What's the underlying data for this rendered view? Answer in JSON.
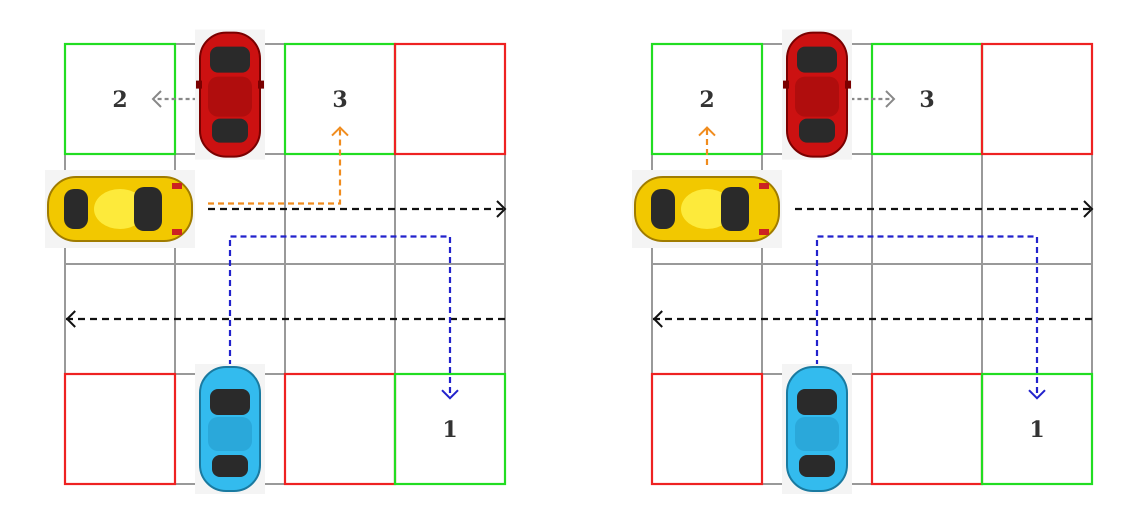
{
  "colors": {
    "grid": "#999999",
    "green_cell": "#22dd22",
    "red_cell": "#ee2222",
    "path_black": "#111111",
    "path_blue": "#2222cc",
    "path_orange": "#f08c1e",
    "arrow_gray": "#888888",
    "car_red": "#cc1111",
    "car_yellow": "#f2c800",
    "car_blue": "#33bbee"
  },
  "panels": [
    {
      "labels": {
        "goal_1": "1",
        "goal_2": "2",
        "goal_3": "3"
      },
      "red_car_direction": "left",
      "yellow_path_target": "3"
    },
    {
      "labels": {
        "goal_1": "1",
        "goal_2": "2",
        "goal_3": "3"
      },
      "red_car_direction": "right",
      "yellow_path_target": "2"
    }
  ]
}
